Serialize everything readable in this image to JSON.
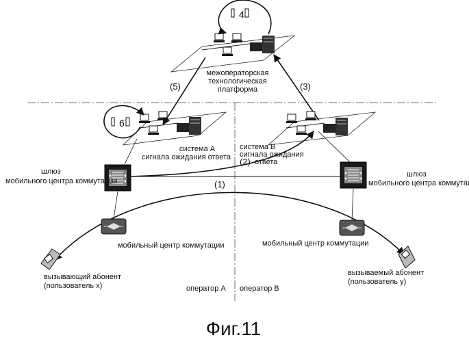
{
  "figure": {
    "caption": "Фиг.11",
    "labels": {
      "platform": [
        "межоператорская",
        "технологическая",
        "платформа"
      ],
      "system_a": [
        "система А",
        "сигнала ожидания ответа"
      ],
      "system_b": [
        "система В",
        "сигнала ожидания",
        "ответа"
      ],
      "gateway_a": [
        "шлюз",
        "мобильного центра коммутации"
      ],
      "gateway_b": [
        "шлюз",
        "мобильного центра коммутации"
      ],
      "msc_a": "мобильный центр коммутации",
      "msc_b": "мобильный центр коммутации",
      "caller": [
        "вызывающий абонент",
        "(пользователь x)"
      ],
      "callee": [
        "вызываемый абонент",
        "(пользователь y)"
      ],
      "operator_a": "оператор А",
      "operator_b": "оператор В",
      "step_1": "(1)",
      "step_2": "(2)",
      "step_3": "(3)",
      "step_4": "4",
      "step_5": "(5)",
      "step_6": "6"
    }
  }
}
